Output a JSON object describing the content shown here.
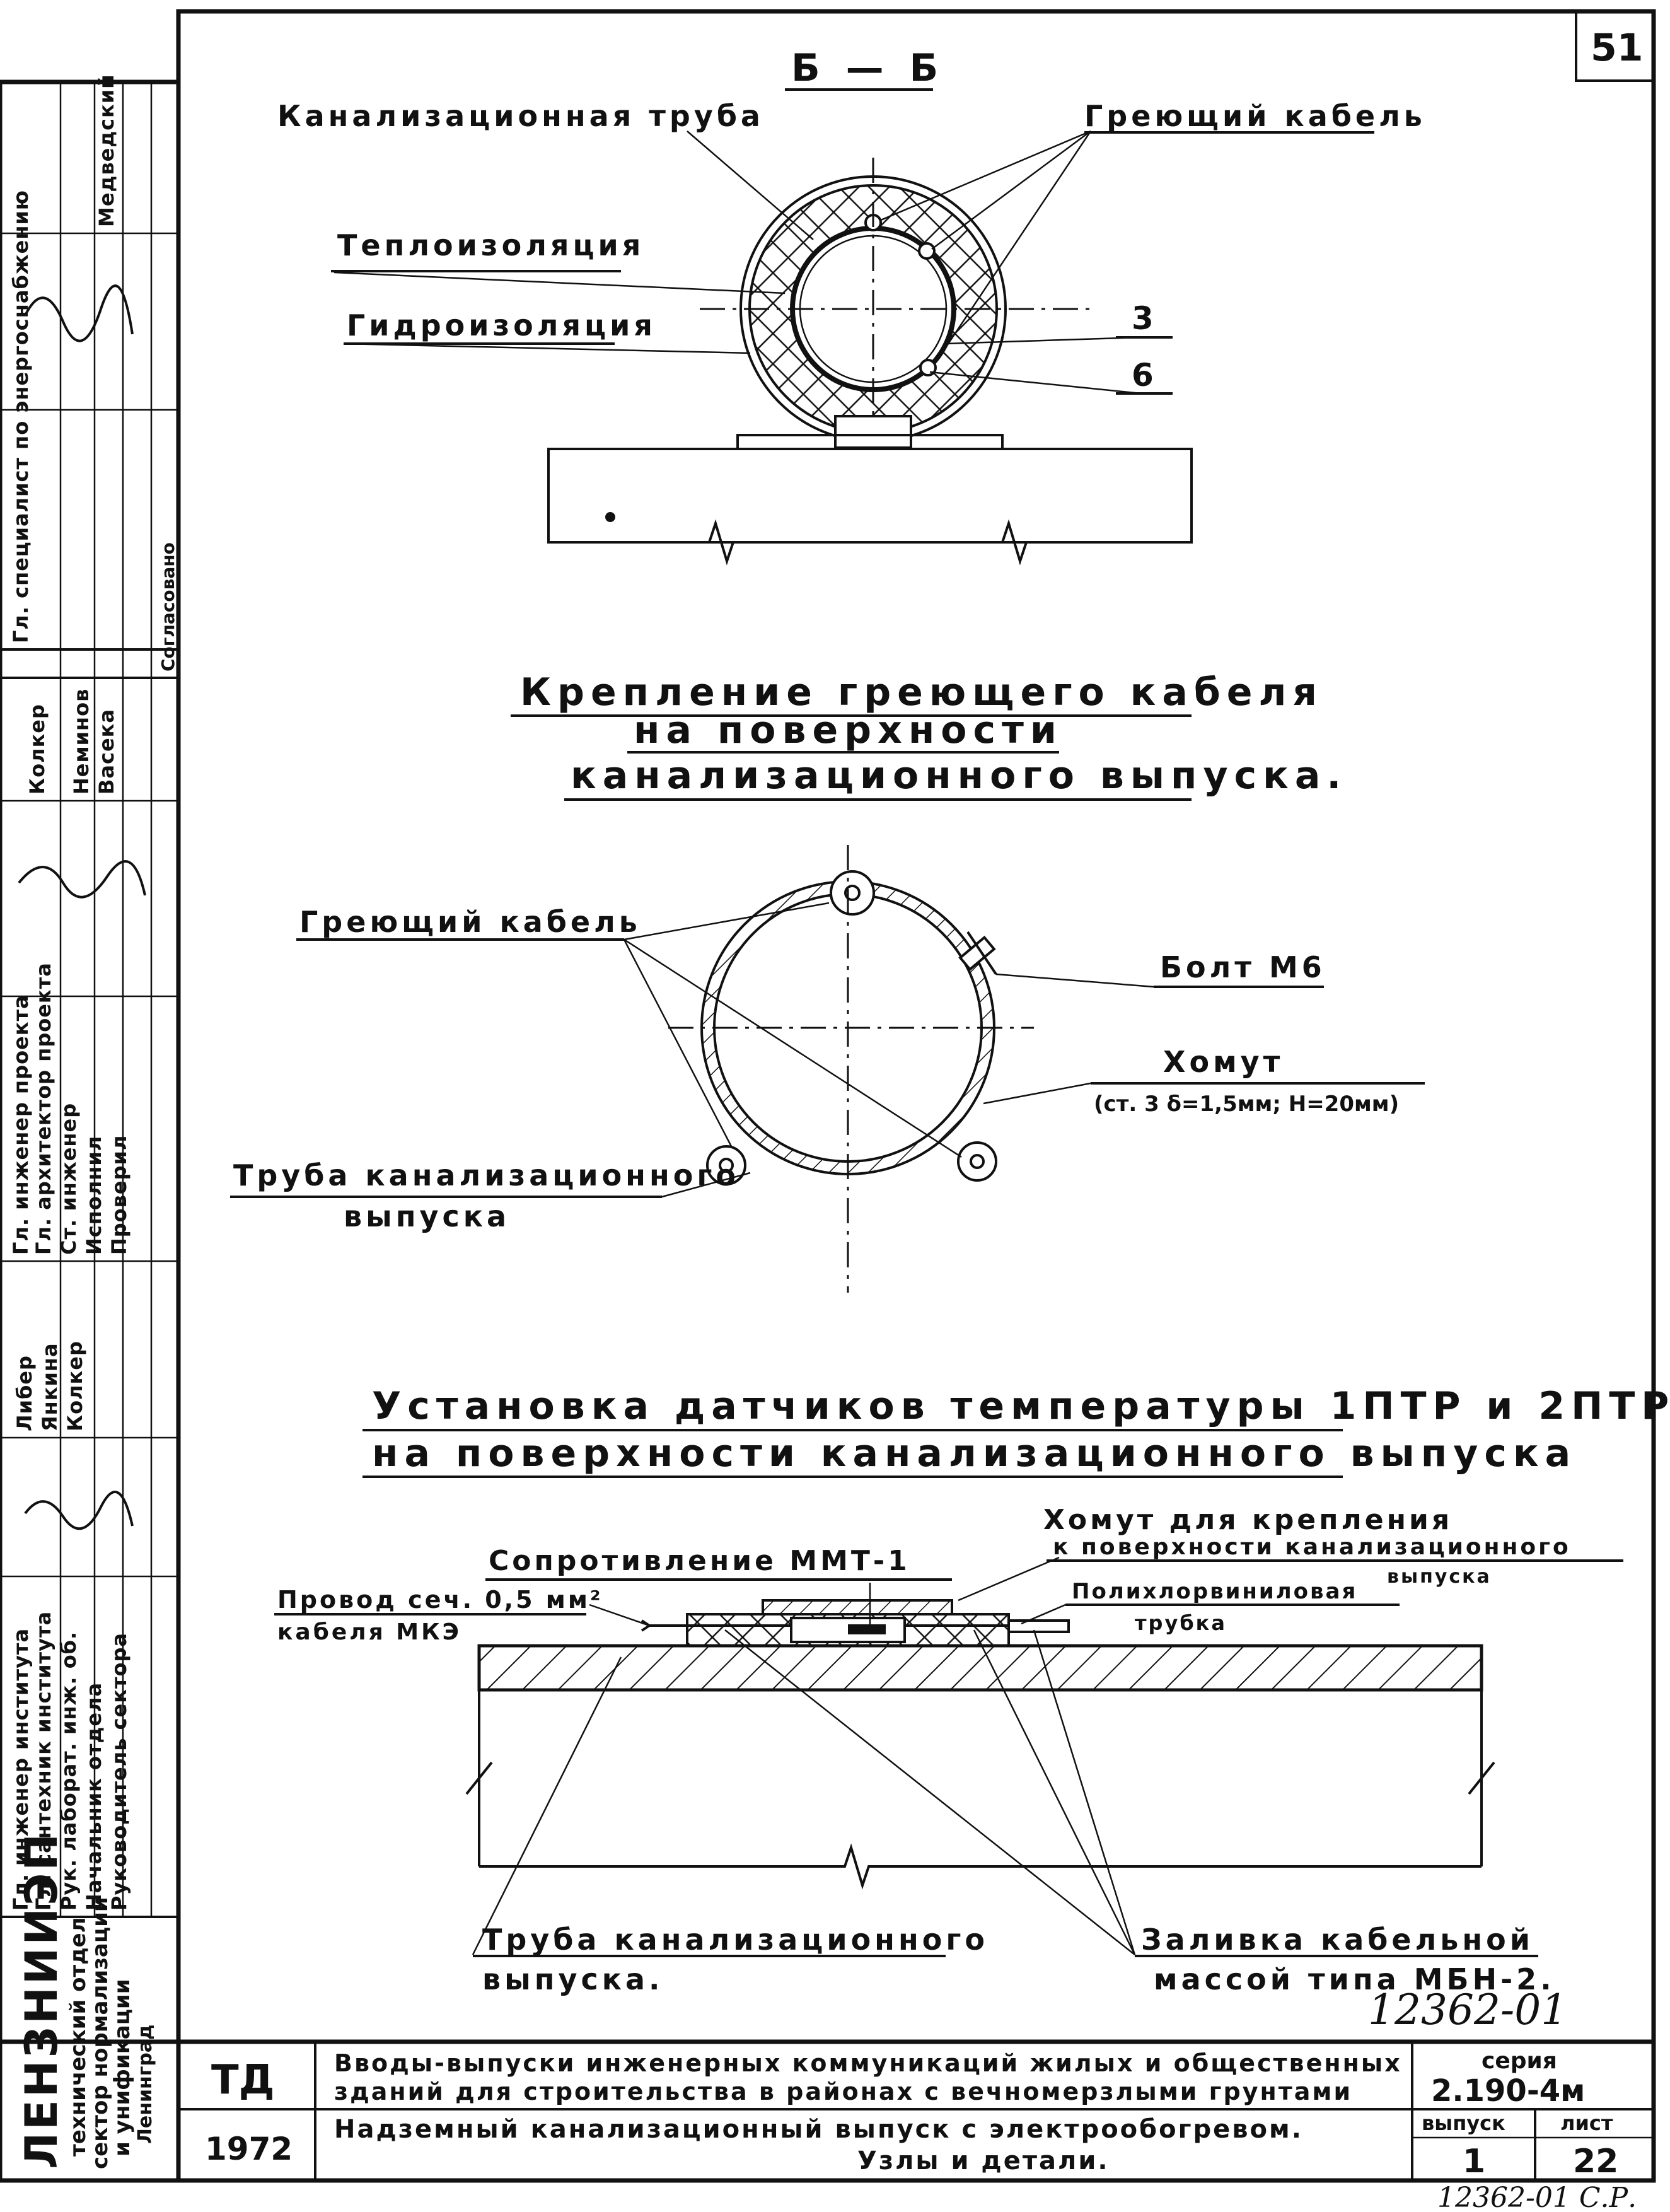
{
  "sheet_corner_number": "51",
  "section": {
    "title": "Б — Б",
    "labels": {
      "sewer_pipe": "Канализационная труба",
      "heating_cable": "Греющий кабель",
      "insulation": "Теплоизоляция",
      "waterproofing": "Гидроизоляция",
      "callout_3": "3",
      "callout_6": "6"
    }
  },
  "mounting": {
    "title_line1": "Крепление греющего кабеля",
    "title_line2": "на поверхности",
    "title_line3": "канализационного выпуска.",
    "labels": {
      "heating_cable": "Греющий кабель",
      "bolt": "Болт М6",
      "clamp": "Хомут",
      "clamp_spec": "(ст. 3  δ=1,5мм; Н=20мм)",
      "pipe_line1": "Труба канализационного",
      "pipe_line2": "выпуска"
    }
  },
  "sensors": {
    "title_line1": "Установка датчиков температуры 1ПТР и 2ПТР",
    "title_line2": "на поверхности канализационного выпуска",
    "labels": {
      "clamp_line1": "Хомут для крепления",
      "clamp_line2": "к поверхности канализационного",
      "clamp_line3": "выпуска",
      "resistor": "Сопротивление ММТ-1",
      "wire_line1": "Провод сеч. 0,5 мм²",
      "wire_line2": "кабеля МКЭ",
      "pvc_line1": "Полихлорвиниловая",
      "pvc_line2": "трубка",
      "pipe_line1": "Труба канализационного",
      "pipe_line2": "выпуска.",
      "fill_line1": "Заливка кабельной",
      "fill_line2": "массой типа МБН-2."
    }
  },
  "handwritten_number": "12362-01",
  "bottom_margin_number": "12362-01  С.Р.",
  "title_block": {
    "code": "ТД",
    "year": "1972",
    "title_line1": "Вводы-выпуски инженерных коммуникаций жилых и общественных",
    "title_line2": "зданий для строительства в районах с вечномерзлыми грунтами",
    "subtitle_line1": "Надземный канализационный выпуск с электрообогревом.",
    "subtitle_line2": "Узлы и детали.",
    "series_label": "серия",
    "series_value": "2.190-4м",
    "issue_label": "выпуск",
    "issue_value": "1",
    "sheet_label": "лист",
    "sheet_value": "22"
  },
  "side_stamp": {
    "org": "ЛЕНЗНИИЭП",
    "dept_line1": "технический отдел",
    "dept_line2": "сектор нормализации",
    "dept_line3": "и унификации",
    "city": "Ленинград",
    "agreed": "Согласовано",
    "roles": [
      "Гл. специалист по энергоснабжению",
      "Гл. инженер проекта",
      "Гл. архитектор проекта",
      "Ст. инженер",
      "Исполнил",
      "Проверил",
      "Гл. инженер института",
      "Гл. сантехник института",
      "Рук. лаборат. инж. об.",
      "Начальник отдела",
      "Руководитель сектора"
    ],
    "names": [
      "Медведский",
      "Колкер",
      "Неминов",
      "Васека",
      "Либер",
      "Янкина",
      "Колкер"
    ]
  }
}
